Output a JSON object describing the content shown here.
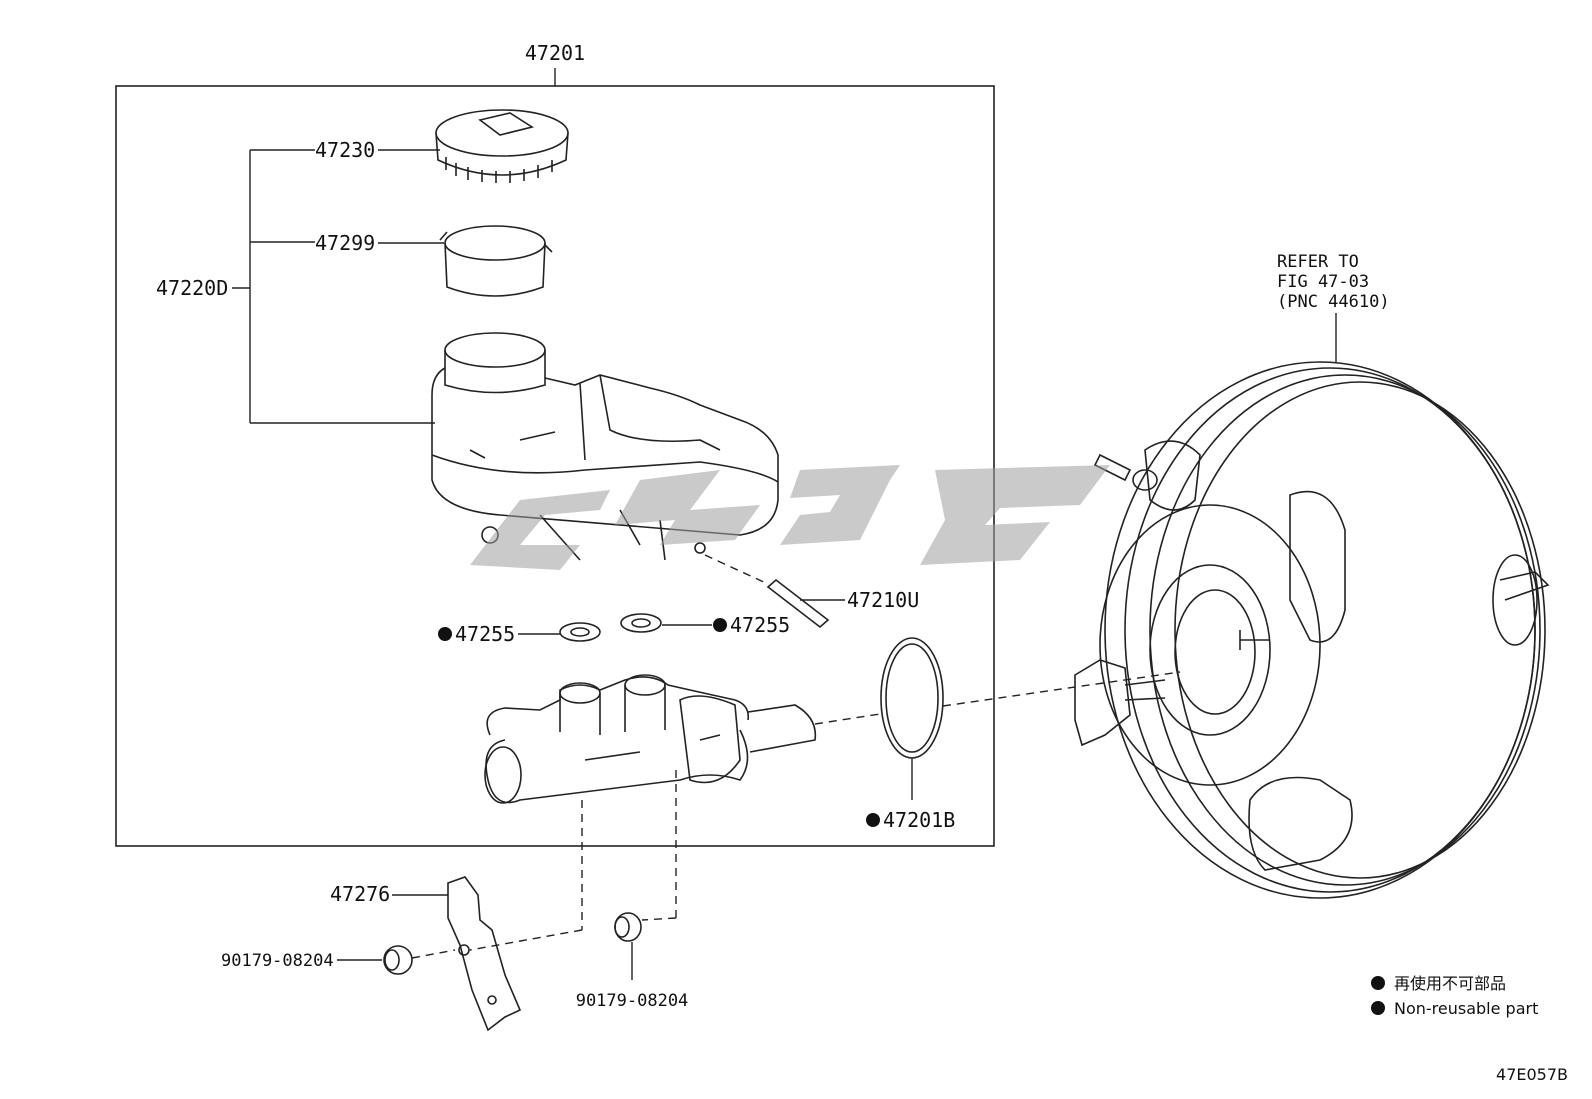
{
  "callouts": {
    "assembly": "47201",
    "reservoir_set": "47220D",
    "cap": "47230",
    "strainer": "47299",
    "pin": "47210U",
    "grommet_left": "47255",
    "grommet_right": "47255",
    "o_ring": "47201B",
    "bracket": "47276",
    "nut_left": "90179-08204",
    "nut_bottom": "90179-08204"
  },
  "refer_note": [
    "REFER TO",
    "FIG 47-03",
    "(PNC 44610)"
  ],
  "legend": {
    "japanese": "再使用不可部品",
    "english": "Non-reusable part"
  },
  "figure_code": "47E057B",
  "colors": {
    "line": "#222222",
    "background": "#ffffff",
    "watermark": "#9e9e9e"
  }
}
